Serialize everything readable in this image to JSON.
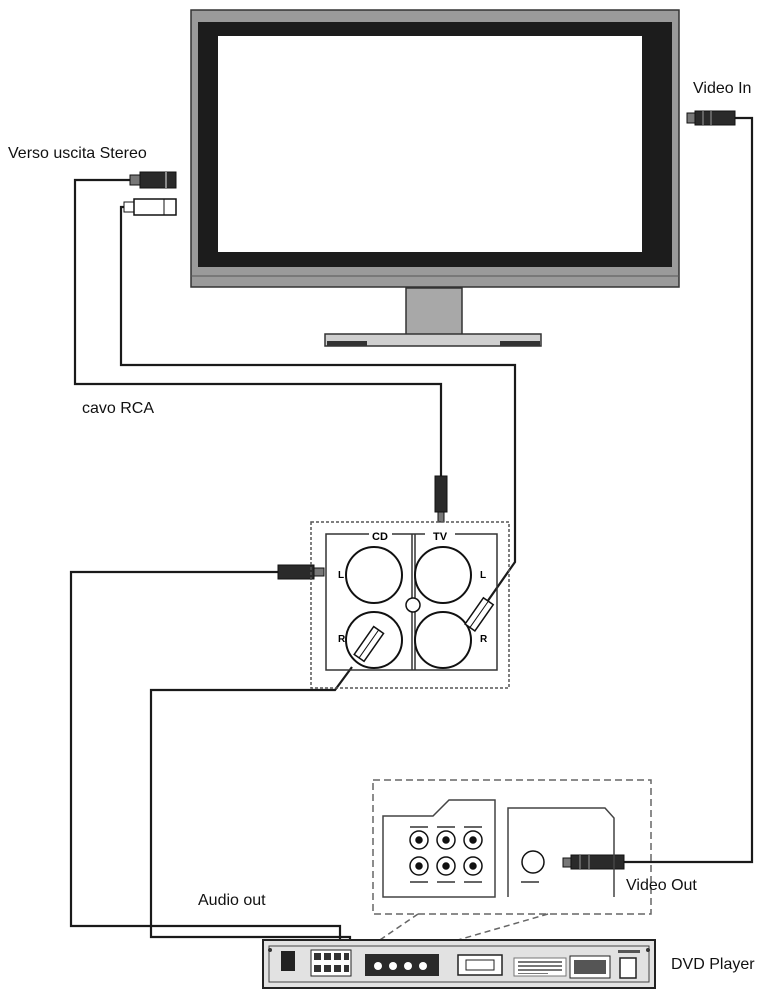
{
  "labels": {
    "video_in": "Video In",
    "stereo_out": "Verso uscita Stereo",
    "rca_cable": "cavo RCA",
    "audio_out": "Audio out",
    "video_out": "Video Out",
    "dvd_player": "DVD Player"
  },
  "panel": {
    "cd": "CD",
    "tv": "TV",
    "left": "L",
    "right": "R"
  },
  "colors": {
    "line": "#1a1a1a",
    "bezel": "#1c1c1c",
    "frame": "#9a9a9a",
    "screen": "#ffffff",
    "dashed": "#555555"
  }
}
